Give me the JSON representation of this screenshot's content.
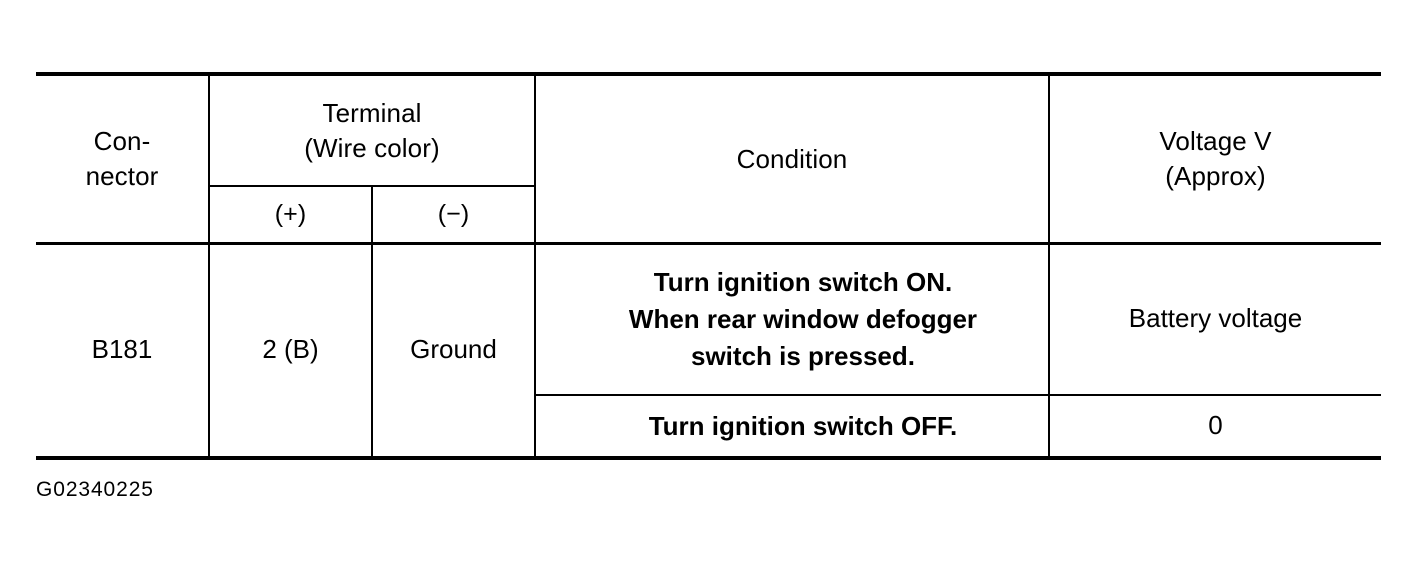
{
  "document": {
    "caption": "G02340225"
  },
  "table": {
    "headers": {
      "connector": "Con-\nnector",
      "connector_line1": "Con-",
      "connector_line2": "nector",
      "terminal_line1": "Terminal",
      "terminal_line2": "(Wire color)",
      "terminal_positive": "(+)",
      "terminal_negative": "(−)",
      "condition": "Condition",
      "voltage_line1": "Voltage V",
      "voltage_line2": "(Approx)"
    },
    "rows": [
      {
        "connector": "B181",
        "terminal_positive": "2 (B)",
        "terminal_negative": "Ground",
        "conditions": [
          {
            "lines": [
              "Turn ignition switch ON.",
              "When rear window defogger",
              "switch is pressed."
            ],
            "condition_line1": "Turn ignition switch ON.",
            "condition_line2": "When rear window defogger",
            "condition_line3": "switch is pressed.",
            "voltage": "Battery voltage"
          },
          {
            "lines": [
              "Turn ignition switch OFF."
            ],
            "condition_line1": "Turn ignition switch OFF.",
            "voltage": "0"
          }
        ]
      }
    ]
  },
  "colors": {
    "ink": "#000000",
    "paper": "#ffffff"
  }
}
